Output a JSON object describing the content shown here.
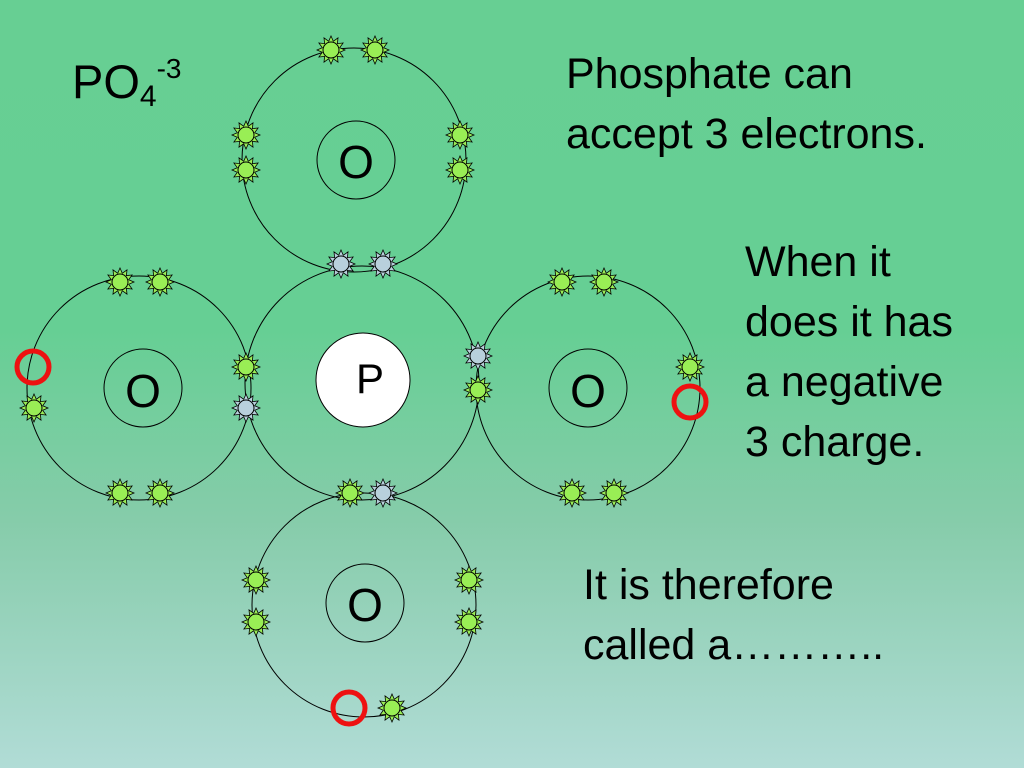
{
  "formula": {
    "base": "PO",
    "sub": "4",
    "sup": "-3"
  },
  "atoms": {
    "center": "P",
    "top": "O",
    "left": "O",
    "right": "O",
    "bottom": "O"
  },
  "text1": [
    "Phosphate can",
    "accept 3 electrons."
  ],
  "text2": [
    "When it",
    "does it has",
    "a negative",
    "3 charge."
  ],
  "text3": [
    "It is therefore",
    "called a……….."
  ],
  "colors": {
    "background_top": "#67cf93",
    "background_bottom": "#b1dcd6",
    "oxygen_electron": "#99ee55",
    "phosphorus_electron": "#b8d0dc",
    "accepted_electron_marker": "#ee1111",
    "nucleus_p_fill": "#ffffff"
  }
}
